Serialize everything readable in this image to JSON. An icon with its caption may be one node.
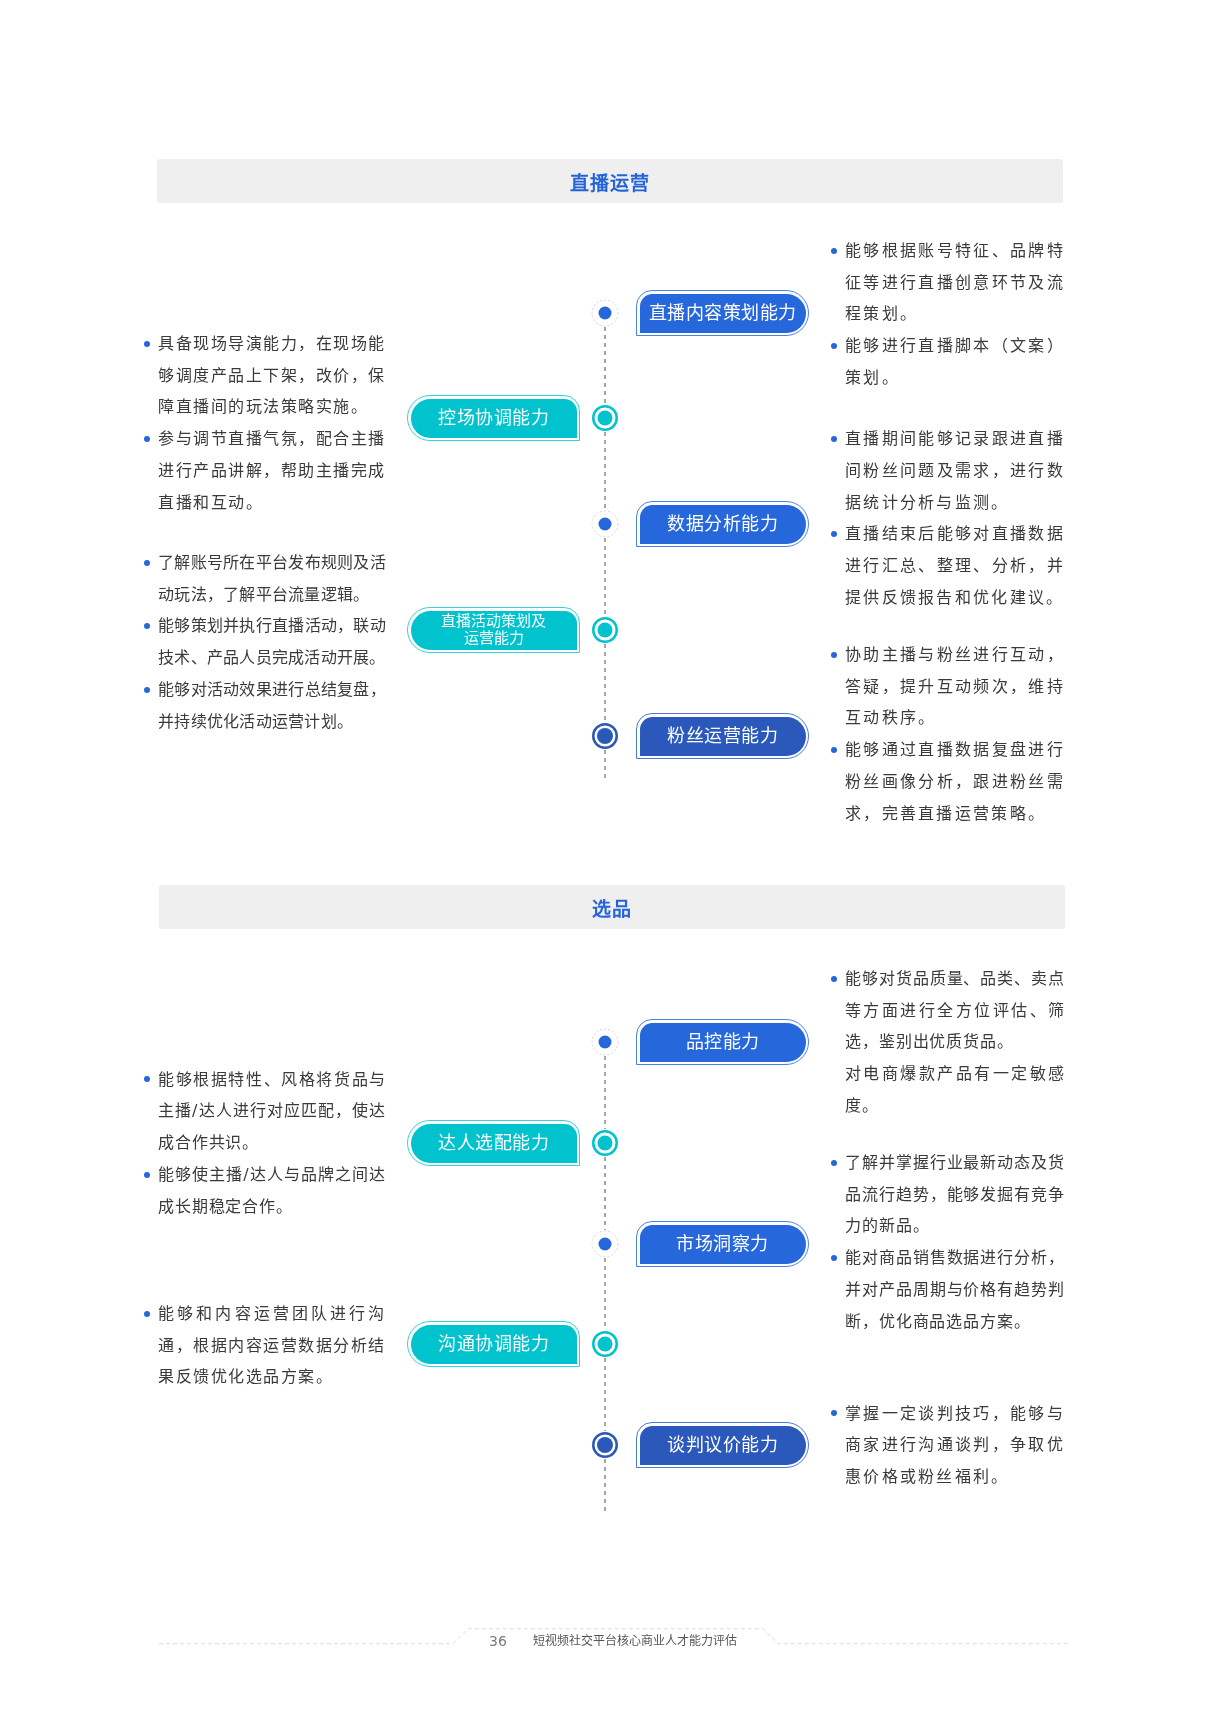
{
  "diagram": {
    "nodes": [
      {
        "text": [
          "直播运营"
        ]
      },
      {
        "text": [],
        "shape": "circle"
      },
      {
        "text": [
          "直播内容策划能力"
        ],
        "beside": [
          "能够根据账号特征、品牌特征等进行直播创意环节及流程策划。",
          "能够进行直播脚本（文案）策划。"
        ]
      },
      {
        "text": [],
        "shape": "circle"
      },
      {
        "text": [
          "控场协调能力"
        ],
        "beside": [
          "具备现场导演能力，在现场能够调度产品上下架，改价，保障直播间的玩法策略实施。",
          "参与调节直播气氛，配合主播进行产品讲解，帮助主播完成直播和互动。"
        ]
      },
      {
        "text": [],
        "shape": "circle"
      },
      {
        "text": [
          "数据分析能力"
        ],
        "beside": [
          "直播期间能够记录跟进直播间粉丝问题及需求，进行数据统计分析与监测。",
          "直播结束后能够对直播数据进行汇总、整理、分析，并提供反馈报告和优化建议。"
        ]
      },
      {
        "text": [],
        "shape": "circle"
      },
      {
        "text": [
          "直播活动策划及运营能力"
        ],
        "beside": [
          "了解账号所在平台发布规则及活动玩法，了解平台流量逻辑。",
          "能够策划并执行直播活动，联动技术、产品人员完成活动开展。",
          "能够对活动效果进行总结复盘，并持续优化活动运营计划。"
        ]
      },
      {
        "text": [],
        "shape": "circle"
      },
      {
        "text": [
          "粉丝运营能力"
        ],
        "beside": [
          "协助主播与粉丝进行互动，答疑，提升互动频次，维持互动秩序。",
          "能够通过直播数据复盘进行粉丝画像分析，跟进粉丝需求，完善直播运营策略。"
        ]
      },
      {
        "text": [
          "选品"
        ]
      },
      {
        "text": [],
        "shape": "circle"
      },
      {
        "text": [
          "品控能力"
        ],
        "beside": [
          "能够对货品质量、品类、卖点等方面进行全方位评估、筛选，鉴别出优质货品。",
          "对电商爆款产品有一定敏感度。"
        ]
      },
      {
        "text": [],
        "shape": "circle"
      },
      {
        "text": [
          "达人选配能力"
        ],
        "beside": [
          "能够根据特性、风格将货品与主播/达人进行对应匹配，使达成合作共识。",
          "能够使主播/达人与品牌之间达成长期稳定合作。"
        ]
      },
      {
        "text": [],
        "shape": "circle"
      },
      {
        "text": [
          "市场洞察力"
        ],
        "beside": [
          "了解并掌握行业最新动态及货品流行趋势，能够发掘有竞争力的新品。",
          "能对商品销售数据进行分析，并对产品周期与价格有趋势判断，优化商品选品方案。"
        ]
      },
      {
        "text": [],
        "shape": "circle"
      },
      {
        "text": [
          "沟通协调能力"
        ],
        "beside": [
          "能够和内容运营团队进行沟通，根据内容运营数据分析结果反馈优化选品方案。"
        ]
      },
      {
        "text": [],
        "shape": "circle"
      },
      {
        "text": [
          "谈判议价能力"
        ],
        "beside": [
          "掌握一定谈判技巧，能够与商家进行沟通谈判，争取优惠价格或粉丝福利。"
        ]
      }
    ],
    "edges": [
      {
        "from": 1,
        "to": 3,
        "arrow": "none",
        "style": "dashed"
      },
      {
        "from": 3,
        "to": 5,
        "arrow": "none",
        "style": "dashed"
      },
      {
        "from": 5,
        "to": 7,
        "arrow": "none",
        "style": "dashed"
      },
      {
        "from": 7,
        "to": 9,
        "arrow": "none",
        "style": "dashed"
      },
      {
        "from": 9,
        "to": null,
        "arrow": "none",
        "style": "dashed"
      },
      {
        "from": 12,
        "to": 14,
        "arrow": "none",
        "style": "dashed"
      },
      {
        "from": 14,
        "to": 16,
        "arrow": "none",
        "style": "dashed"
      },
      {
        "from": 16,
        "to": 18,
        "arrow": "none",
        "style": "dashed"
      },
      {
        "from": 18,
        "to": 20,
        "arrow": "none",
        "style": "dashed"
      },
      {
        "from": 20,
        "to": null,
        "arrow": "none",
        "style": "dashed"
      }
    ],
    "labels": [
      "36",
      "短视频社交平台核心商业人才能力评估"
    ]
  }
}
